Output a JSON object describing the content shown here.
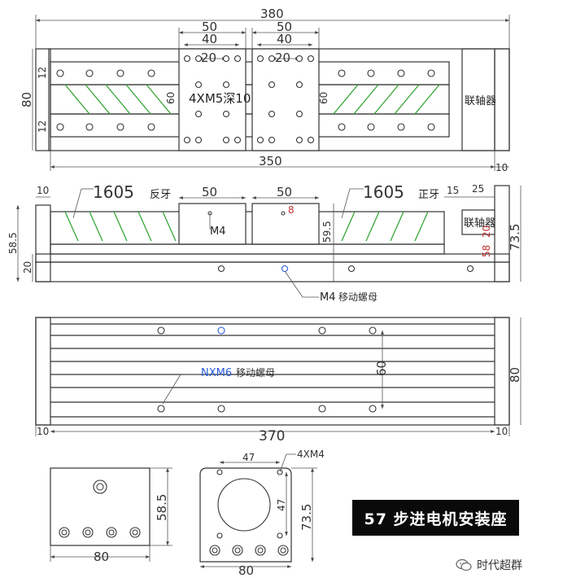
{
  "top_view": {
    "overall_width": "380",
    "height": "80",
    "rail_offset_top": "12",
    "rail_offset_bottom": "12",
    "rail_length": "350",
    "end_offset": "10",
    "carriage1": {
      "width_outer": "50",
      "width_inner": "40",
      "hole_spacing": "20",
      "height": "60"
    },
    "carriage2": {
      "width_outer": "50",
      "width_inner": "40",
      "hole_spacing": "20",
      "height": "60"
    },
    "hole_note": "4XM5深10MM",
    "coupler_label": "联轴器"
  },
  "side_view": {
    "end_offset": "10",
    "screw_left": "1605",
    "screw_left_note": "反牙",
    "screw_right": "1605",
    "screw_right_note": "正牙",
    "carriage1_width": "50",
    "carriage2_width": "50",
    "carriage2_hole": "8",
    "tap_label": "M4",
    "dim_15": "15",
    "dim_25": "25",
    "height_total": "58.5",
    "base_height": "20",
    "carriage_height": "59.5",
    "right_height_a": "73.5",
    "right_height_b": "58",
    "right_height_c": "20",
    "coupler_label": "联轴器",
    "nut_note_label": "M4",
    "nut_note_text": "移动螺母"
  },
  "bottom_view": {
    "length": "370",
    "end_left": "10",
    "end_right": "10",
    "height": "80",
    "hole_spacing": "60",
    "nut_note_label": "NXM6",
    "nut_note_text": "移动螺母"
  },
  "mount_front": {
    "width": "80",
    "height": "58.5"
  },
  "mount_plate": {
    "hole_spacing_h": "47",
    "hole_spacing_v": "47",
    "hole_note": "4XM4",
    "height": "73.5",
    "width": "80"
  },
  "title": "57 步进电机安装座",
  "watermark": "时代超群"
}
